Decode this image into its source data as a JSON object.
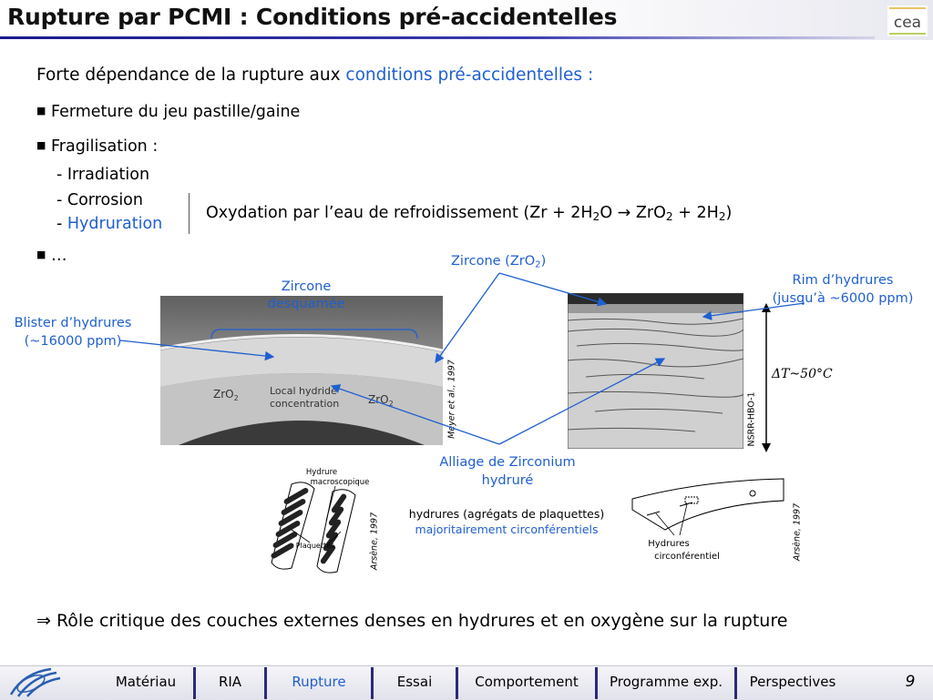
{
  "header": {
    "title": "Rupture par PCMI : Conditions pré-accidentelles",
    "logo_text": "cea"
  },
  "intro": {
    "prefix": "Forte dépendance de la rupture aux ",
    "highlight": "conditions pré-accidentelles :"
  },
  "bullets": {
    "item1": "Fermeture du jeu pastille/gaine",
    "item2": "Fragilisation :",
    "sub1": "- Irradiation",
    "sub2": "- Corrosion",
    "sub3_dash": "- ",
    "sub3": "Hydruration",
    "item3": "…"
  },
  "oxidation": {
    "text_a": "Oxydation par l’eau de refroidissement (Zr + 2H",
    "sub_a": "2",
    "text_b": "O ",
    "arrow": "→",
    "text_c": " ZrO",
    "sub_b": "2",
    "text_d": " + 2H",
    "sub_c": "2",
    "text_e": ")"
  },
  "left_figure": {
    "label_zircone_1": "Zircone",
    "label_zircone_2": "desquamée",
    "label_blister_1": "Blister d’hydrures",
    "label_blister_2": "(~16000 ppm)",
    "photo_zro2_left": "ZrO",
    "photo_zro2_left_sub": "2",
    "photo_local_1": "Local hydride",
    "photo_local_2": "concentration",
    "photo_zro2_right": "ZrO",
    "photo_zro2_right_sub": "2",
    "credit": "Meyer et al., 1997"
  },
  "right_figure": {
    "label_zircone": "Zircone (ZrO",
    "label_zircone_sub": "2",
    "label_zircone_end": ")",
    "label_rim_1": "Rim d’hydrures",
    "label_rim_2": "(jusqu’à ~6000 ppm)",
    "label_alloy_1": "Alliage de Zirconium",
    "label_alloy_2": "hydruré",
    "delta_t": "ΔT~50°C",
    "sample_id": "NSRR-HBO-1"
  },
  "bottom_figures": {
    "left_label_1": "Hydrure",
    "left_label_2": "macroscopique",
    "left_label_plaq": "Plaquettes",
    "left_credit": "Arsène, 1997",
    "center_1": "hydrures (agrégats de plaquettes)",
    "center_2": "majoritairement circonférentiels",
    "right_label_1": "Hydrures",
    "right_label_2": "circonférentiel",
    "right_credit": "Arsène, 1997"
  },
  "conclusion": {
    "arrow": "⇒",
    "text": " Rôle critique des couches externes denses en hydrures et en oxygène sur la rupture"
  },
  "nav": {
    "items": [
      "Matériau",
      "RIA",
      "Rupture",
      "Essai",
      "Comportement",
      "Programme exp.",
      "Perspectives"
    ],
    "active_index": 2,
    "page_number": "9"
  },
  "colors": {
    "accent": "#1f5fd0",
    "title_rule": "#1a1a8c",
    "nav_separator": "#2a2a7a"
  }
}
